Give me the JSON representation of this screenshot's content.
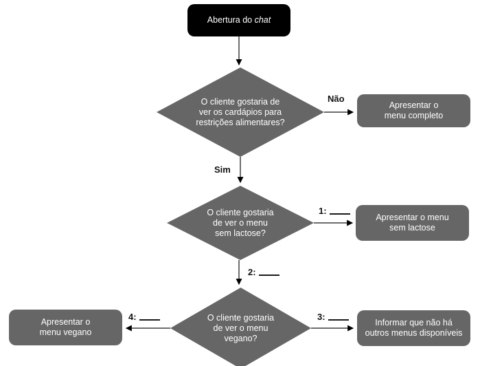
{
  "colors": {
    "node_gray": "#666666",
    "start_black": "#000000",
    "node_text": "#ffffff",
    "label_text": "#111111",
    "connector": "#3c3c3c"
  },
  "nodes": {
    "start": {
      "prefix": "Abertura do ",
      "italic": "chat"
    },
    "decision_restricoes": "O cliente gostaria de\nver os cardápios para\nrestrições alimentares?",
    "decision_lactose": "O cliente gostaria\nde ver o menu\nsem lactose?",
    "decision_vegano": "O cliente gostaria\nde ver o menu\nvegano?",
    "action_menu_completo": "Apresentar o\nmenu completo",
    "action_sem_lactose": "Apresentar o menu\nsem lactose",
    "action_nao_ha_outros": "Informar que não há\noutros menus disponíveis",
    "action_menu_vegano": "Apresentar o\nmenu vegano"
  },
  "edge_labels": {
    "nao": "Não",
    "sim": "Sim",
    "n1": "1:",
    "n2": "2:",
    "n3": "3:",
    "n4": "4:"
  }
}
